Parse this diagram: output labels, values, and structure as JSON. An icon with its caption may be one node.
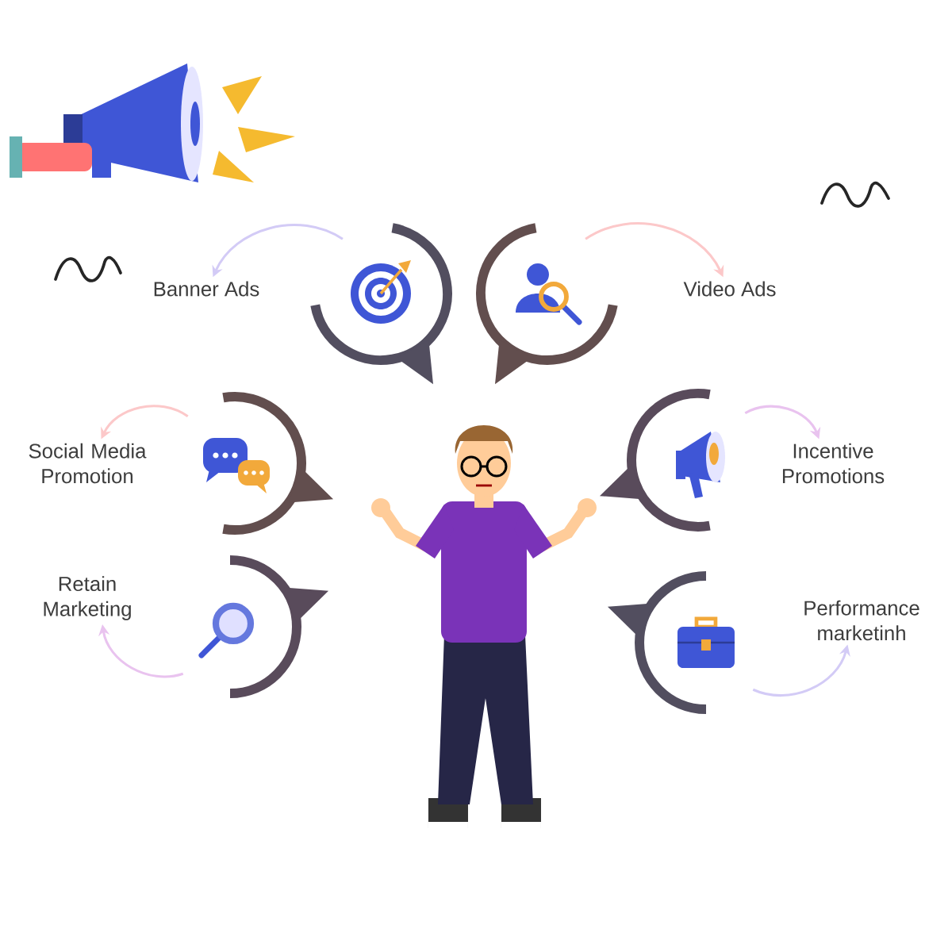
{
  "diagram": {
    "nodes": [
      {
        "text": [
          "Banner Ads"
        ]
      },
      {
        "text": [],
        "shape": "picture"
      },
      {
        "text": [],
        "shape": "picture"
      },
      {
        "text": [
          "Video Ads"
        ]
      },
      {
        "text": [
          "Social Media Promotion"
        ]
      },
      {
        "text": [],
        "shape": "picture"
      },
      {
        "text": [],
        "shape": "picture"
      },
      {
        "text": [
          "Incentive Promotions"
        ]
      },
      {
        "text": [
          "Retain Marketing"
        ]
      },
      {
        "text": [],
        "shape": "picture"
      },
      {
        "text": [],
        "shape": "picture"
      },
      {
        "text": [
          "Performance marketinh"
        ]
      }
    ],
    "edges": [
      {
        "from": 1,
        "to": 0,
        "arrow": "to",
        "color": "#d3cbf6"
      },
      {
        "from": 2,
        "to": 3,
        "arrow": "to",
        "color": "#fcc8c9"
      },
      {
        "from": 5,
        "to": 4,
        "arrow": "to",
        "color": "#fcc8c9"
      },
      {
        "from": 6,
        "to": 7,
        "arrow": "to",
        "color": "#e9c3ef"
      },
      {
        "from": 9,
        "to": 8,
        "arrow": "to",
        "color": "#e9c3ef"
      },
      {
        "from": 10,
        "to": 11,
        "arrow": "to",
        "color": "#d3cbf6"
      }
    ]
  }
}
